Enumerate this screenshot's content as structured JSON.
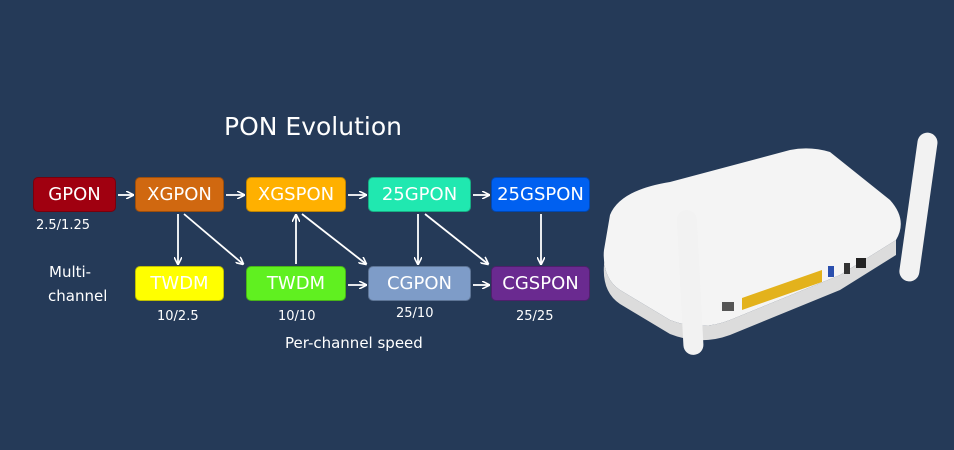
{
  "title": "PON Evolution",
  "nodes": {
    "gpon": {
      "label": "GPON",
      "color": "#a00010"
    },
    "xgpon": {
      "label": "XGPON",
      "color": "#d06810"
    },
    "xgspon": {
      "label": "XGSPON",
      "color": "#ffb000"
    },
    "g25pon": {
      "label": "25GPON",
      "color": "#20e8b0"
    },
    "g25spon": {
      "label": "25GSPON",
      "color": "#0060f0"
    },
    "twdm1": {
      "label": "TWDM",
      "color": "#ffff00"
    },
    "twdm2": {
      "label": "TWDM",
      "color": "#60f020"
    },
    "cgpon": {
      "label": "CGPON",
      "color": "#7e9cc8"
    },
    "cgspon": {
      "label": "CGSPON",
      "color": "#6a2a90"
    }
  },
  "labels": {
    "gpon_speed": "2.5/1.25",
    "multi_1": "Multi-",
    "multi_2": "channel",
    "speed_1": "10/2.5",
    "speed_2": "10/10",
    "speed_3": "25/10",
    "speed_4": "25/25",
    "per_channel": "Per-channel speed"
  },
  "background": "#253a58"
}
